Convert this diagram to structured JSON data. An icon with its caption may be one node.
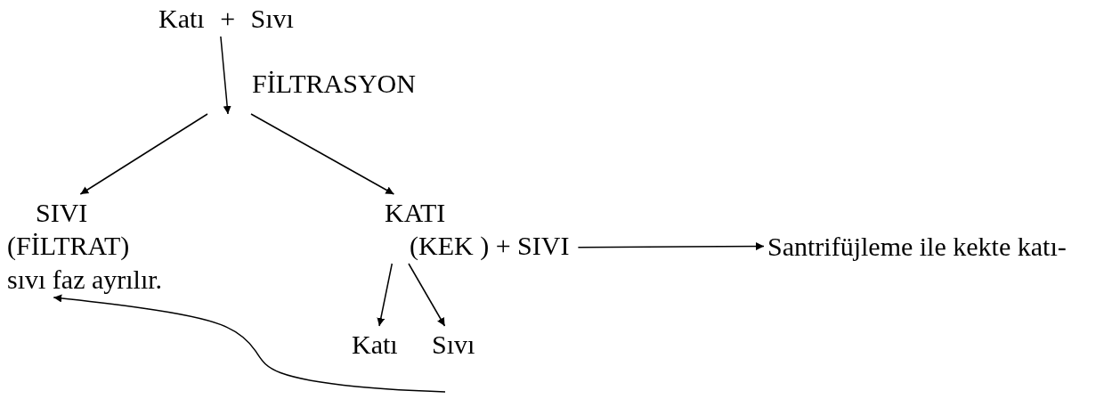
{
  "diagram": {
    "nodes": [
      {
        "text": [
          "Katı + Sıvı"
        ]
      },
      {
        "text": [
          "SIVI",
          "(FİLTRAT)"
        ]
      },
      {
        "text": [
          "KATI",
          "(KEK ) + SIVI"
        ]
      },
      {
        "text": [
          "Santrifüjleme ile kekte katı-"
        ]
      },
      {
        "text": [
          "sıvı faz ayrılır."
        ]
      },
      {
        "text": [
          "Katı"
        ]
      },
      {
        "text": [
          "Sıvı"
        ]
      }
    ],
    "edges": [
      {
        "from": 0,
        "to": null,
        "arrow": "to",
        "label": "FİLTRASYON"
      },
      {
        "from": null,
        "to": 1,
        "arrow": "to"
      },
      {
        "from": null,
        "to": 2,
        "arrow": "to"
      },
      {
        "from": 2,
        "to": 3,
        "arrow": "to"
      },
      {
        "from": 2,
        "to": 5,
        "arrow": "to"
      },
      {
        "from": 2,
        "to": 6,
        "arrow": "to"
      },
      {
        "from": null,
        "to": 4,
        "arrow": "to"
      }
    ]
  }
}
